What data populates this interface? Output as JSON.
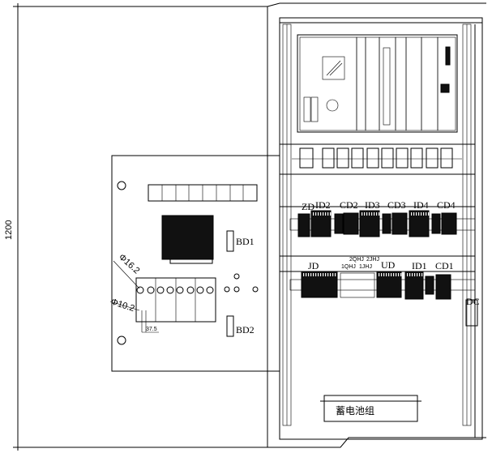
{
  "drawing": {
    "height_dimension": "1200",
    "door_panel": {
      "hole_large": "Φ16.2",
      "hole_small": "Φ10.2",
      "spacing": "37.5",
      "bd1": "BD1",
      "bd2": "BD2"
    },
    "rail_upper_labels": [
      "ZD",
      "ID2",
      "CD2",
      "ID3",
      "CD3",
      "ID4",
      "CD4"
    ],
    "rail_lower_labels": [
      "JD",
      "1QHJ",
      "2QHJ",
      "1JHJ",
      "2JHJ",
      "UD",
      "ID1",
      "CD1"
    ],
    "dc_label": "DC",
    "battery_label": "蓄电池组"
  }
}
